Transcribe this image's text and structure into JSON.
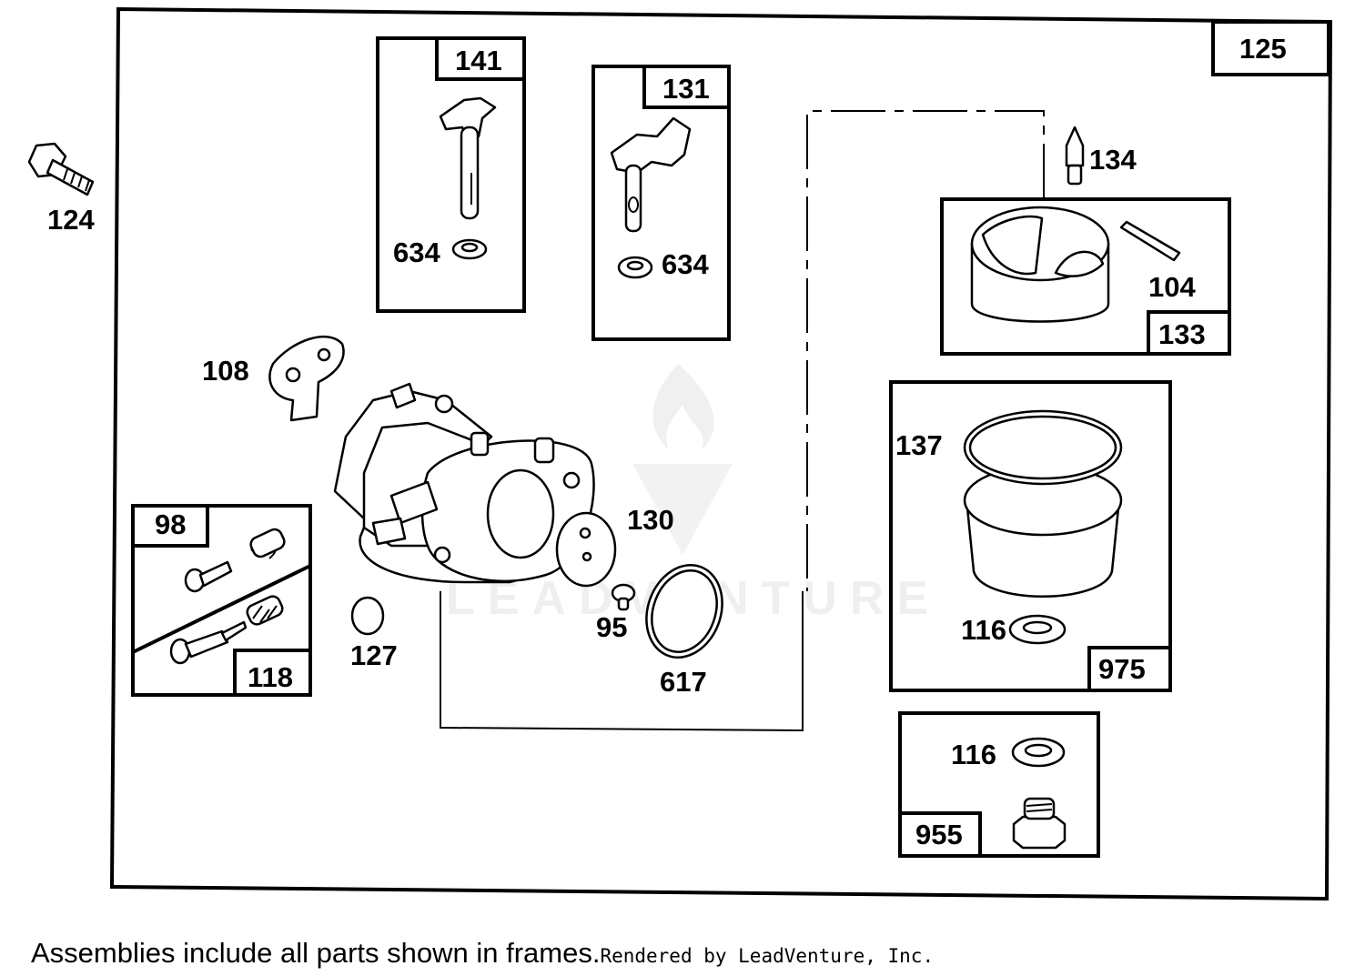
{
  "diagram": {
    "callouts": {
      "c124": "124",
      "c141": "141",
      "c131": "131",
      "c125": "125",
      "c134": "134",
      "c634a": "634",
      "c634b": "634",
      "c104": "104",
      "c133": "133",
      "c108": "108",
      "c137": "137",
      "c130": "130",
      "c98": "98",
      "c95": "95",
      "c116a": "116",
      "c127": "127",
      "c118": "118",
      "c617": "617",
      "c975": "975",
      "c116b": "116",
      "c955": "955"
    },
    "watermark": "LEADVENTURE"
  },
  "footer": {
    "note": "Assemblies include all parts shown in frames.",
    "credit": "Rendered by LeadVenture, Inc."
  }
}
